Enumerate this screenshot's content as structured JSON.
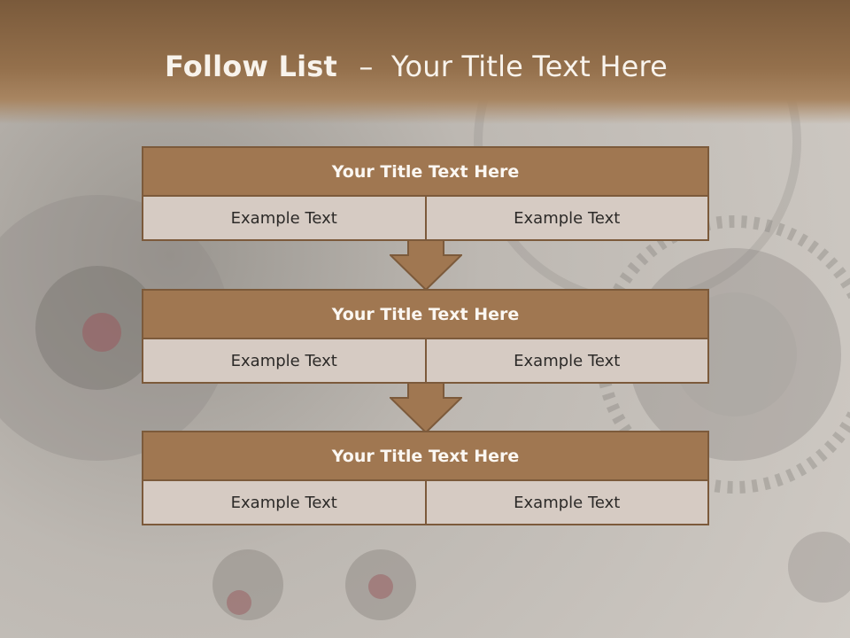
{
  "title": {
    "main": "Follow List",
    "separator": "–",
    "sub": "Your Title Text Here"
  },
  "blocks": [
    {
      "heading": "Your Title Text Here",
      "cells": [
        "Example Text",
        "Example Text"
      ]
    },
    {
      "heading": "Your Title Text Here",
      "cells": [
        "Example Text",
        "Example Text"
      ]
    },
    {
      "heading": "Your Title Text Here",
      "cells": [
        "Example Text",
        "Example Text"
      ]
    }
  ],
  "colors": {
    "header": "#94704c",
    "block_head": "#a07751",
    "cell": "#d6cbc3",
    "border": "#7c5a3b"
  }
}
